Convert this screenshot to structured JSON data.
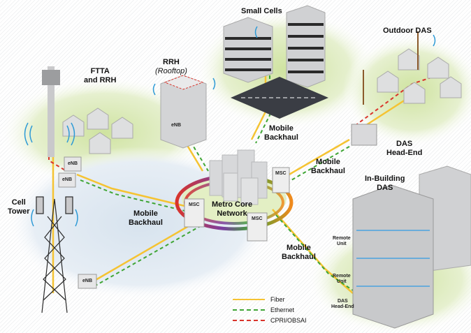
{
  "diagram": {
    "title": "Mobile network backhaul and DAS topology",
    "colors": {
      "fiber": "#f5c332",
      "ethernet": "#3fa535",
      "cpri": "#d9342b",
      "cloud": "#dfe8f1",
      "grass": "#d9e9b6",
      "building": "#c9cacc"
    },
    "labels": {
      "small_cells": "Small Cells",
      "outdoor_das": "Outdoor DAS",
      "ftta_line1": "FTTA",
      "ftta_line2": "and RRH",
      "rrh": "RRH",
      "rrh_sub": "(Rooftop)",
      "cell_tower_line1": "Cell",
      "cell_tower_line2": "Tower",
      "metro_line1": "Metro Core",
      "metro_line2": "Network",
      "das_head_end_line1": "DAS",
      "das_head_end_line2": "Head-End",
      "in_building_line1": "In-Building",
      "in_building_line2": "DAS",
      "remote_unit_line1": "Remote",
      "remote_unit_line2": "Unit",
      "das_head_end_small_line1": "DAS",
      "das_head_end_small_line2": "Head-End"
    },
    "backhaul_labels": [
      {
        "line1": "Mobile",
        "line2": "Backhaul"
      },
      {
        "line1": "Mobile",
        "line2": "Backhaul"
      },
      {
        "line1": "Mobile",
        "line2": "Backhaul"
      },
      {
        "line1": "Mobile",
        "line2": "Backhaul"
      }
    ],
    "node_tags": {
      "enb": "eNB",
      "msc": "MSC"
    },
    "legend": [
      {
        "label": "Fiber",
        "style": "solid",
        "color": "#f5c332"
      },
      {
        "label": "Ethernet",
        "style": "dashed",
        "color": "#3fa535"
      },
      {
        "label": "CPRI/OBSAI",
        "style": "dashed",
        "color": "#d9342b"
      }
    ]
  }
}
